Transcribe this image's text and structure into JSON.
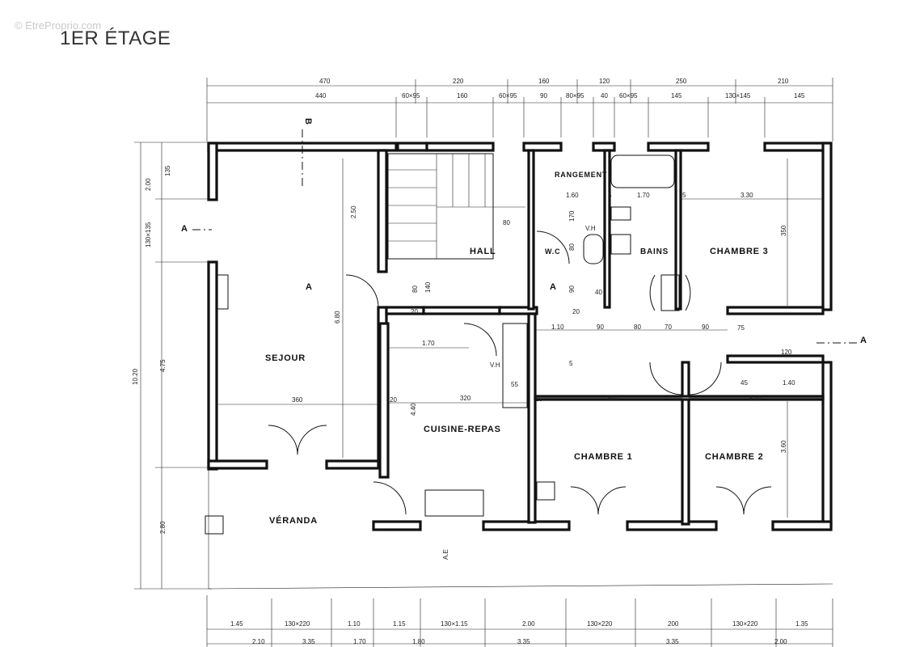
{
  "header": {
    "title": "1ER ÉTAGE",
    "watermark": "© EtreProprio.com"
  },
  "rooms": {
    "sejour": "SEJOUR",
    "hall": "HALL",
    "rangement": "RANGEMENT",
    "wc": "W.C",
    "bains": "BAINS",
    "chambre3": "CHAMBRE 3",
    "cuisine": "CUISINE-REPAS",
    "chambre1": "CHAMBRE 1",
    "chambre2": "CHAMBRE 2",
    "veranda": "VÉRANDA"
  },
  "markers": {
    "section_a": "A",
    "section_b": "B",
    "vh": "V.H",
    "ae": "A.E"
  },
  "dims": {
    "top_row1": [
      "470",
      "220",
      "160",
      "120",
      "250",
      "210"
    ],
    "top_row2": [
      "440",
      "60×95",
      "160",
      "60×95",
      "90",
      "80×95",
      "40",
      "60×95",
      "145",
      "130×145",
      "145"
    ],
    "left_col": [
      "2.00",
      "130×135",
      "4.75",
      "2.80"
    ],
    "left_inner": [
      "135",
      "10.20"
    ],
    "bottom_row1": [
      "1.45",
      "130×220",
      "1.10",
      "1.15",
      "130×1.15",
      "2.00",
      "130×220",
      "200",
      "130×220",
      "1.35"
    ],
    "bottom_row2": [
      "2.10",
      "3.35",
      "1.70",
      "1.80",
      "3.35",
      "3.35",
      "2.00"
    ],
    "interior": {
      "sejour_h": "6.80",
      "sejour_top": "2.50",
      "sejour_w": "360",
      "cuisine_w": "320",
      "cuisine_w2": "1.70",
      "cuisine_h": "4.40",
      "hall_80a": "80",
      "hall_140": "140",
      "hall_80b": "80",
      "hall_20a": "20",
      "hall_20b": "20",
      "ch3_w": "3.30",
      "ch3_h": "350",
      "ch1_w": "340",
      "ch2_w": "3.10",
      "ch2_h": "3.60",
      "rg_160": "1.60",
      "rg_5a": "5",
      "rg_170": "1.70",
      "rg_5b": "5",
      "wc_170": "170",
      "wc_80": "80",
      "wc_90": "90",
      "wc_40": "40",
      "corr_110": "1.10",
      "corr_90a": "90",
      "corr_80": "80",
      "corr_70": "70",
      "corr_90b": "90",
      "c_45": "45",
      "c_140": "1.40",
      "c_15": "15",
      "c_20": "20",
      "c_55": "55",
      "c_75": "75",
      "c_120": "120",
      "c_5": "5"
    }
  }
}
